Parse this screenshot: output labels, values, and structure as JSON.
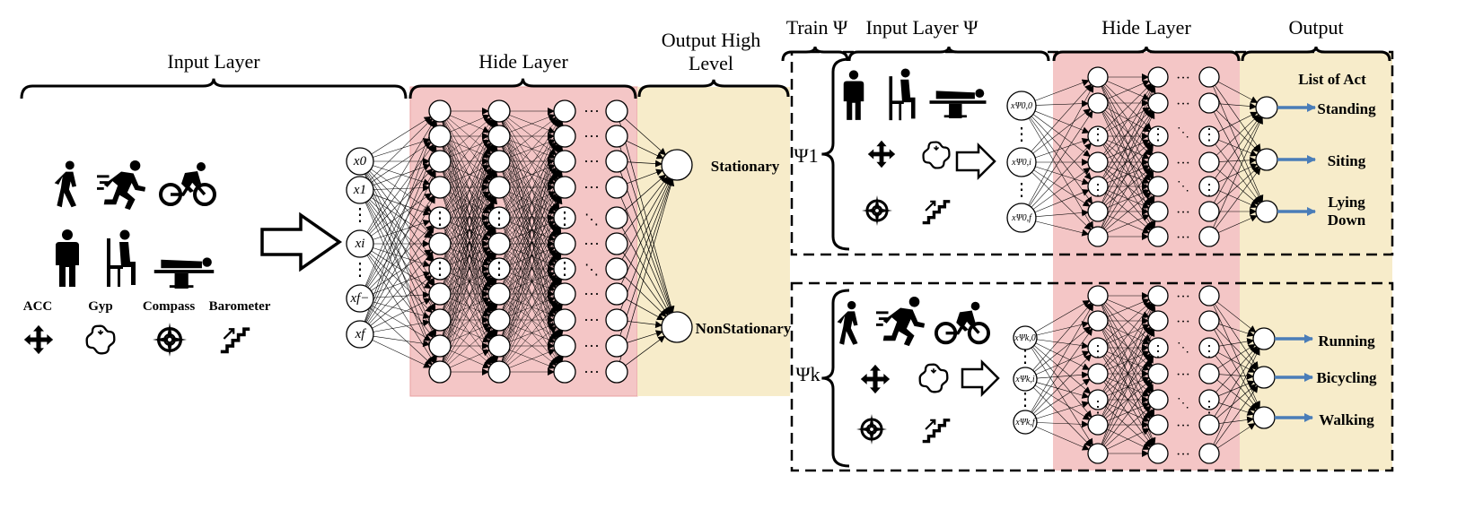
{
  "headers": {
    "input_layer": "Input Layer",
    "hide_layer": "Hide Layer",
    "output_high": [
      "Output High",
      "Level"
    ],
    "train": "Train Ψ",
    "input_layer_psi": "Input Layer Ψ",
    "hide_layer_right": "Hide Layer",
    "output_right": "Output"
  },
  "sensors": [
    "ACC",
    "Gyp",
    "Compass",
    "Barometer"
  ],
  "high_level_outputs": [
    "Stationary",
    "NonStationary"
  ],
  "input_nodes": [
    "x0",
    "x1",
    "xi",
    "xf−",
    "xf"
  ],
  "psi_labels": [
    "Ψ1",
    "Ψk"
  ],
  "psi1_inputs": [
    "xΨ0,0",
    "xΨ0,i",
    "xΨ0,f"
  ],
  "psik_inputs": [
    "xΨk,0",
    "xΨk,i",
    "xΨk,f"
  ],
  "list_title": "List of Act",
  "stationary_acts": [
    "Standing",
    "Siting",
    [
      "Lying",
      "Down"
    ]
  ],
  "nonstationary_acts": [
    "Running",
    "Bicycling",
    "Walking"
  ],
  "colors": {
    "hidden_bg": "#f4c6c6",
    "hidden_border": "#e8a0a0",
    "output_bg": "#f7ecca",
    "arrow_blue": "#4a7db8"
  },
  "icons": [
    "walking-person-icon",
    "running-person-icon",
    "cyclist-icon",
    "standing-person-icon",
    "sitting-person-icon",
    "lying-person-icon",
    "move-arrows-icon",
    "gyroscope-icon",
    "compass-icon",
    "stairs-icon"
  ]
}
